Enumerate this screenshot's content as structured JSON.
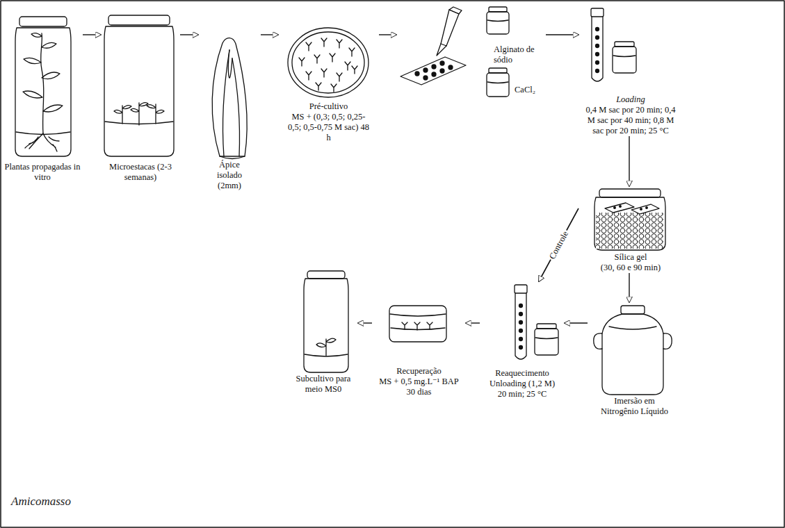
{
  "diagram": {
    "nodes": [
      {
        "text": [
          "Plantas propagadas in vitro"
        ]
      },
      {
        "text": [
          "Microestacas (2-3 semanas)"
        ]
      },
      {
        "text": [
          "Ápice isolado (2mm)"
        ]
      },
      {
        "text": [
          "Pré-cultivo",
          "MS + (0,3; 0,5; 0,25-0,5; 0,5-0,75 M sac) 48 h"
        ]
      },
      {
        "text": [
          "Alginato de sódio",
          "CaCl₂"
        ]
      },
      {
        "text": [
          "Loading",
          "0,4 M sac por 20 min; 0,4 M sac por 40 min; 0,8 M sac por 20 min; 25 °C"
        ]
      },
      {
        "text": [
          "Sílica gel",
          "(30, 60 e 90 min)"
        ]
      },
      {
        "text": [
          "Imersão em Nitrogênio Líquido"
        ]
      },
      {
        "text": [
          "Reaquecimento",
          "Unloading (1,2 M) 20 min; 25 °C"
        ]
      },
      {
        "text": [
          "Recuperação",
          "MS + 0,5 mg.L⁻¹ BAP 30 dias"
        ]
      },
      {
        "text": [
          "Subcultivo para meio MS0"
        ]
      }
    ],
    "edges": [
      {
        "from": 0,
        "to": 1,
        "arrow": "to"
      },
      {
        "from": 1,
        "to": 2,
        "arrow": "to"
      },
      {
        "from": 2,
        "to": 3,
        "arrow": "to"
      },
      {
        "from": 3,
        "to": 4,
        "arrow": "to"
      },
      {
        "from": 4,
        "to": 5,
        "arrow": "to"
      },
      {
        "from": 5,
        "to": 6,
        "arrow": "to"
      },
      {
        "from": 6,
        "to": 7,
        "arrow": "to"
      },
      {
        "from": 7,
        "to": 8,
        "arrow": "to"
      },
      {
        "from": 6,
        "to": 8,
        "label": "Controle",
        "arrow": "to"
      },
      {
        "from": 8,
        "to": 9,
        "arrow": "to"
      },
      {
        "from": 9,
        "to": 10,
        "arrow": "to"
      }
    ],
    "labels": [
      "Amicomasso"
    ]
  }
}
